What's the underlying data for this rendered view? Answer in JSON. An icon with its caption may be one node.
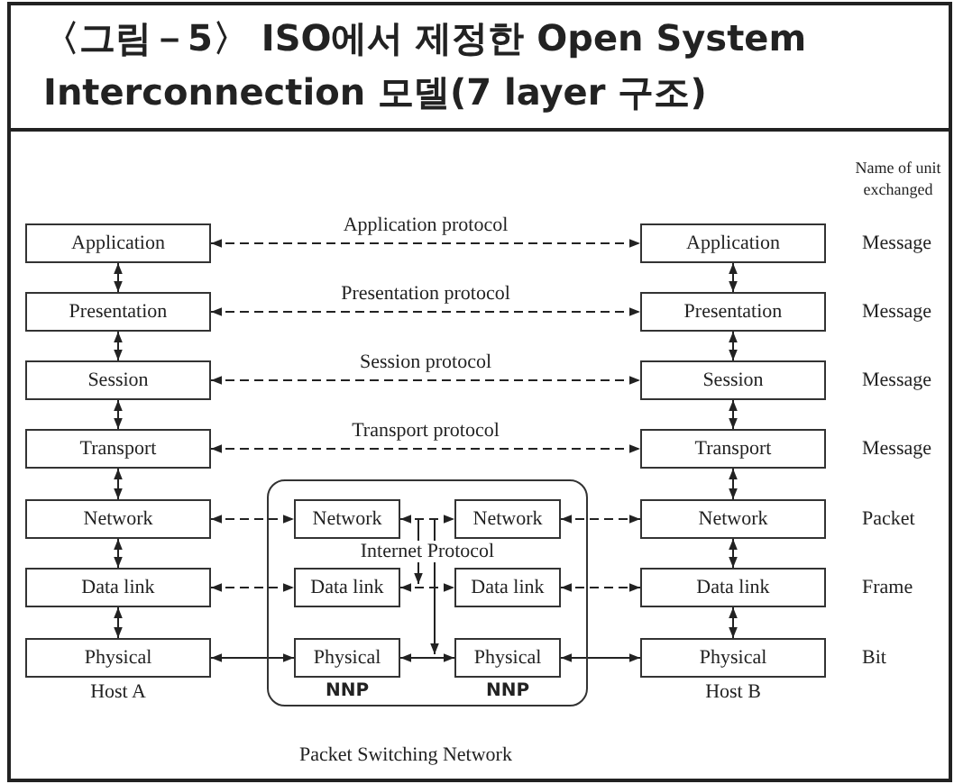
{
  "diagram": {
    "title": "〈그림－5〉 ISO에서 제정한 Open System Interconnection 모델(7 layer 구조)",
    "nodes": [
      {
        "text": [
          "Application"
        ]
      },
      {
        "text": [
          "Presentation"
        ]
      },
      {
        "text": [
          "Session"
        ]
      },
      {
        "text": [
          "Transport"
        ]
      },
      {
        "text": [
          "Network"
        ]
      },
      {
        "text": [
          "Data link"
        ]
      },
      {
        "text": [
          "Physical"
        ],
        "beside": [
          "Host A"
        ]
      },
      {
        "text": [
          "Application"
        ]
      },
      {
        "text": [
          "Presentation"
        ]
      },
      {
        "text": [
          "Session"
        ]
      },
      {
        "text": [
          "Transport"
        ]
      },
      {
        "text": [
          "Network"
        ]
      },
      {
        "text": [
          "Data link"
        ]
      },
      {
        "text": [
          "Physical"
        ],
        "beside": [
          "Host B"
        ]
      },
      {
        "text": [],
        "shape": "box"
      },
      {
        "text": [
          "Network"
        ],
        "in": 14
      },
      {
        "text": [
          "Data link"
        ],
        "in": 14
      },
      {
        "text": [
          "Physical"
        ],
        "in": 14,
        "beside": [
          "NNP"
        ]
      },
      {
        "text": [
          "Network"
        ],
        "in": 14
      },
      {
        "text": [
          "Data link"
        ],
        "in": 14
      },
      {
        "text": [
          "Physical"
        ],
        "in": 14,
        "beside": [
          "NNP"
        ]
      }
    ],
    "edges": [
      {
        "from": 0,
        "to": 1,
        "arrow": "both"
      },
      {
        "from": 1,
        "to": 2,
        "arrow": "both"
      },
      {
        "from": 2,
        "to": 3,
        "arrow": "both"
      },
      {
        "from": 3,
        "to": 4,
        "arrow": "both"
      },
      {
        "from": 4,
        "to": 5,
        "arrow": "both"
      },
      {
        "from": 5,
        "to": 6,
        "arrow": "both"
      },
      {
        "from": 7,
        "to": 8,
        "arrow": "both"
      },
      {
        "from": 8,
        "to": 9,
        "arrow": "both"
      },
      {
        "from": 9,
        "to": 10,
        "arrow": "both"
      },
      {
        "from": 10,
        "to": 11,
        "arrow": "both"
      },
      {
        "from": 11,
        "to": 12,
        "arrow": "both"
      },
      {
        "from": 12,
        "to": 13,
        "arrow": "both"
      },
      {
        "from": 0,
        "to": 7,
        "arrow": "both",
        "style": "dashed",
        "label": "Application protocol"
      },
      {
        "from": 1,
        "to": 8,
        "arrow": "both",
        "style": "dashed",
        "label": "Presentation protocol"
      },
      {
        "from": 2,
        "to": 9,
        "arrow": "both",
        "style": "dashed",
        "label": "Session protocol"
      },
      {
        "from": 3,
        "to": 10,
        "arrow": "both",
        "style": "dashed",
        "label": "Transport protocol"
      },
      {
        "from": 4,
        "to": 15,
        "arrow": "both",
        "style": "dashed"
      },
      {
        "from": 15,
        "to": 18,
        "arrow": "both",
        "style": "dashed",
        "label": "Internet Protocol"
      },
      {
        "from": 18,
        "to": 11,
        "arrow": "both",
        "style": "dashed"
      },
      {
        "from": 5,
        "to": 16,
        "arrow": "both",
        "style": "dashed"
      },
      {
        "from": 16,
        "to": 19,
        "arrow": "both",
        "style": "dashed"
      },
      {
        "from": 19,
        "to": 12,
        "arrow": "both",
        "style": "dashed"
      },
      {
        "from": 6,
        "to": 17,
        "arrow": "both"
      },
      {
        "from": 17,
        "to": 20,
        "arrow": "both"
      },
      {
        "from": 20,
        "to": 13,
        "arrow": "both"
      }
    ],
    "labels": [
      "Name of unit exchanged",
      "Message",
      "Message",
      "Message",
      "Message",
      "Packet",
      "Frame",
      "Bit",
      "Packet Switching Network"
    ]
  }
}
